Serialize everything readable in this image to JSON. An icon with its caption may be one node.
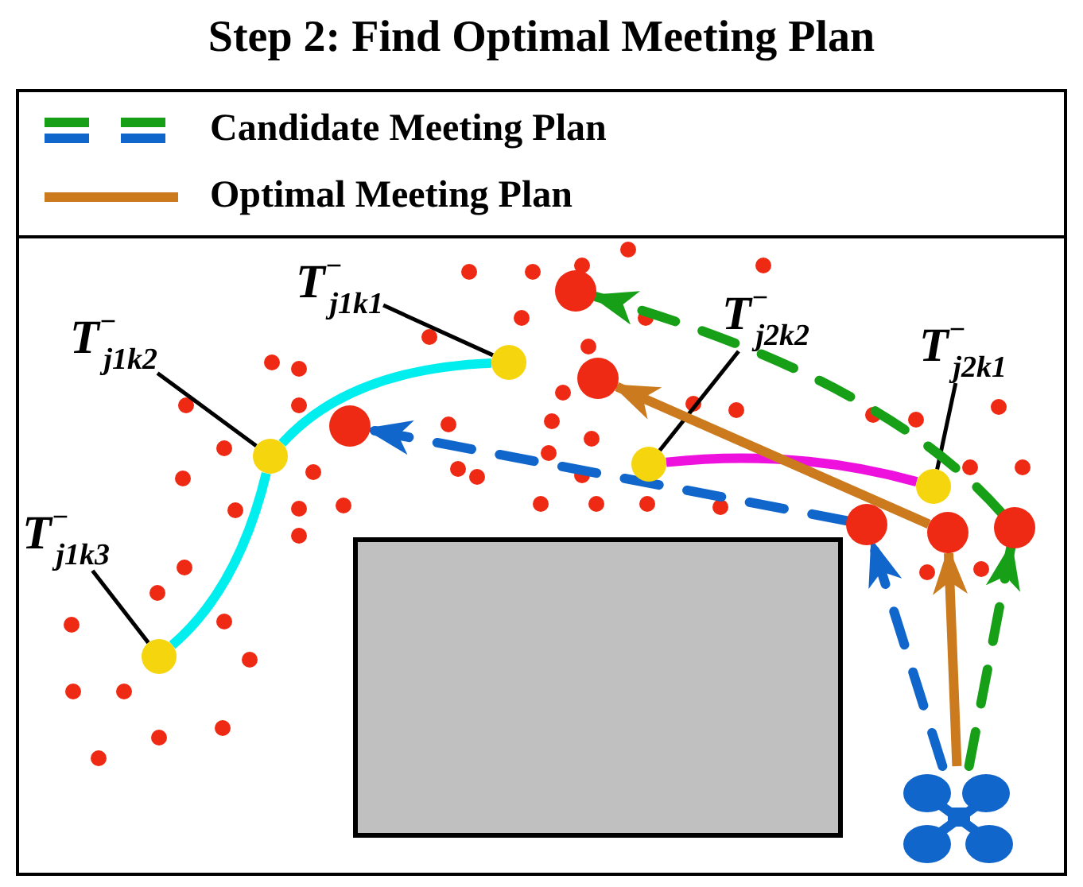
{
  "diagram": {
    "title": "Step 2: Find Optimal Meeting Plan",
    "nodes": [
      {
        "text": [
          "T$^{−}$$_{j1k1}$"
        ]
      },
      {
        "text": [
          "T$^{−}$$_{j1k2}$"
        ]
      },
      {
        "text": [
          "T$^{−}$$_{j1k3}$"
        ]
      },
      {
        "text": [
          "T$^{−}$$_{j2k2}$"
        ]
      },
      {
        "text": [
          "T$^{−}$$_{j2k1}$"
        ]
      },
      {
        "text": [],
        "shape": "circle"
      },
      {
        "text": [],
        "shape": "circle"
      },
      {
        "text": [],
        "shape": "circle"
      },
      {
        "text": [],
        "shape": "circle"
      },
      {
        "text": [],
        "shape": "circle"
      },
      {
        "text": [],
        "shape": "circle"
      },
      {
        "text": [],
        "shape": "circle"
      },
      {
        "text": [],
        "shape": "circle"
      },
      {
        "text": [],
        "shape": "circle"
      },
      {
        "text": [],
        "shape": "circle"
      },
      {
        "text": [],
        "shape": "circle"
      },
      {
        "text": [],
        "shape": "picture"
      },
      {
        "text": [],
        "shape": "box"
      }
    ],
    "edges": [
      {
        "from": 0,
        "to": 5,
        "arrow": "none"
      },
      {
        "from": 1,
        "to": 6,
        "arrow": "none"
      },
      {
        "from": 2,
        "to": 7,
        "arrow": "none"
      },
      {
        "from": 3,
        "to": 8,
        "arrow": "none"
      },
      {
        "from": 4,
        "to": 9,
        "arrow": "none"
      },
      {
        "from": 5,
        "to": 6,
        "arrow": "none",
        "color": "#00eeee"
      },
      {
        "from": 6,
        "to": 7,
        "arrow": "none",
        "color": "#00eeee"
      },
      {
        "from": 8,
        "to": 9,
        "arrow": "none",
        "color": "#ee11dd"
      },
      {
        "from": 16,
        "to": 15,
        "arrow": "to",
        "style": "dashed",
        "color": "#17a017"
      },
      {
        "from": 15,
        "to": 10,
        "arrow": "to",
        "style": "dashed",
        "color": "#17a017"
      },
      {
        "from": 16,
        "to": 13,
        "arrow": "to",
        "style": "dashed",
        "color": "#1166cc"
      },
      {
        "from": 13,
        "to": 12,
        "arrow": "to",
        "style": "dashed",
        "color": "#1166cc"
      },
      {
        "from": 16,
        "to": 14,
        "arrow": "to",
        "color": "#cc7a1e"
      },
      {
        "from": 14,
        "to": 11,
        "arrow": "to",
        "color": "#cc7a1e"
      }
    ],
    "legend": [
      {
        "text": "Candidate Meeting Plan"
      },
      {
        "text": "Optimal Meeting Plan"
      }
    ]
  }
}
